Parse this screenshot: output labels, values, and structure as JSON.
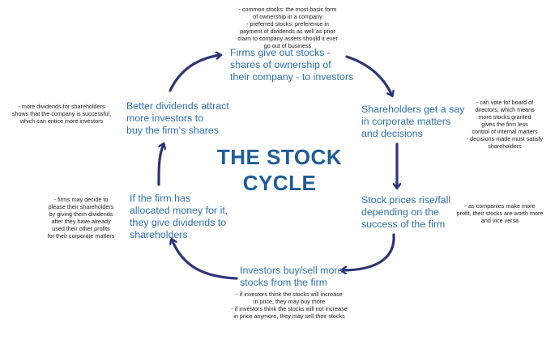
{
  "diagram": {
    "title_lines": [
      "THE STOCK",
      "CYCLE"
    ],
    "colors": {
      "node_text": "#2f6fae",
      "title": "#1f5c99",
      "arrow": "#2e3476",
      "note_text": "#1a1a1a"
    },
    "nodes": [
      {
        "id": "firms-give-out-stocks",
        "lines": [
          "Firms give out stocks -",
          "shares of ownership of",
          "their company - to investors"
        ]
      },
      {
        "id": "shareholders-say",
        "lines": [
          "Shareholders get a say",
          "in corporate matters",
          "and decisions"
        ]
      },
      {
        "id": "stock-prices",
        "lines": [
          "Stock prices rise/fall",
          "depending on the",
          "success of the firm"
        ]
      },
      {
        "id": "investors-buy-sell",
        "lines": [
          "Investors buy/sell more",
          "stocks from the firm"
        ]
      },
      {
        "id": "dividends",
        "lines": [
          "If the firm has",
          "allocated money for it,",
          "they give dividends to",
          "shareholders"
        ]
      },
      {
        "id": "better-dividends",
        "lines": [
          "Better dividends attract",
          "more investors to",
          "buy the firm's shares"
        ]
      }
    ],
    "notes": [
      {
        "id": "stock-types",
        "lines": [
          "- common stocks: the most basic form",
          "of ownership in a company",
          "- preferred stocks: preference in",
          "payment of dividends as well as prior",
          "claim to company assets should it ever",
          "go out of business"
        ]
      },
      {
        "id": "voting",
        "lines": [
          "- can vote for board of",
          "directors, which means",
          "more stocks granted",
          "gives the firm less",
          "control of internal matters",
          "- decisions made must satisfy",
          "shareholders"
        ]
      },
      {
        "id": "profit",
        "lines": [
          "- as companies make more",
          "profit, their stocks are worth more",
          "and vice versa"
        ]
      },
      {
        "id": "investor-behavior",
        "lines": [
          "- if investors think the stocks will increase",
          "in price, they may buy more",
          "- if investors think the stocks will not increase",
          "in price anymore, they may sell their stocks"
        ]
      },
      {
        "id": "pleasing",
        "lines": [
          "- firms may decide to",
          "please their shareholders",
          "by giving them dividends",
          "after they have already",
          "used their other profits",
          "for their corporate matters"
        ]
      },
      {
        "id": "success-signal",
        "lines": [
          "- more dividends for shareholders",
          "shows that the company is successful,",
          "which can entice more investors"
        ]
      }
    ]
  }
}
